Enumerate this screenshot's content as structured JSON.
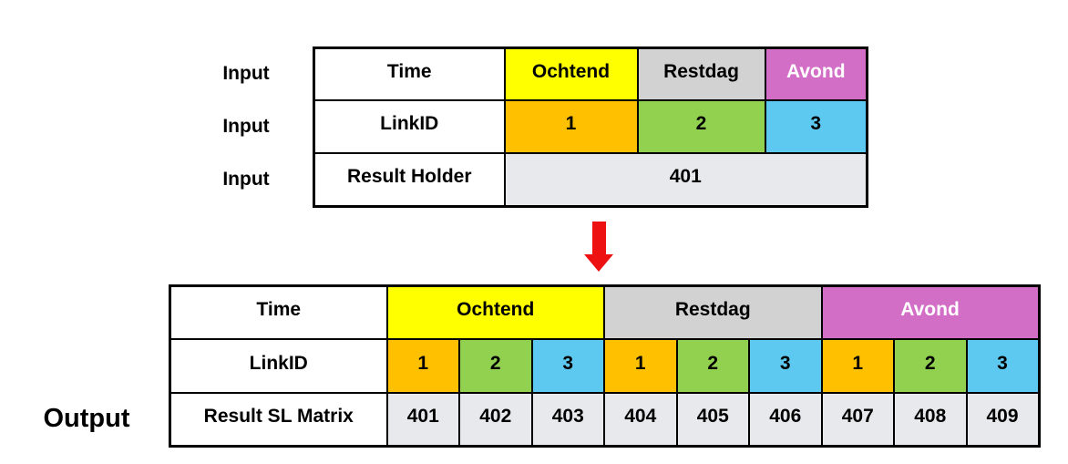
{
  "colors": {
    "yellow": "#FFFF00",
    "gray": "#D2D2D2",
    "magenta": "#D36EC6",
    "orange": "#FFC000",
    "green": "#92D050",
    "blue": "#5EC9F0",
    "light_gray": "#E7E9EC",
    "arrow_red": "#EE1111"
  },
  "input_section": {
    "row_labels": [
      "Input",
      "Input",
      "Input"
    ],
    "table": {
      "headers": [
        "Time",
        "LinkID",
        "Result Holder"
      ],
      "time_cells": [
        "Ochtend",
        "Restdag",
        "Avond"
      ],
      "linkid_cells": [
        "1",
        "2",
        "3"
      ],
      "result_cell": "401"
    }
  },
  "arrow": {
    "icon": "down-arrow"
  },
  "output_section": {
    "label": "Output",
    "table": {
      "headers": [
        "Time",
        "LinkID",
        "Result SL Matrix"
      ],
      "time_groups": [
        "Ochtend",
        "Restdag",
        "Avond"
      ],
      "linkid_cells": [
        "1",
        "2",
        "3",
        "1",
        "2",
        "3",
        "1",
        "2",
        "3"
      ],
      "result_cells": [
        "401",
        "402",
        "403",
        "404",
        "405",
        "406",
        "407",
        "408",
        "409"
      ]
    }
  }
}
